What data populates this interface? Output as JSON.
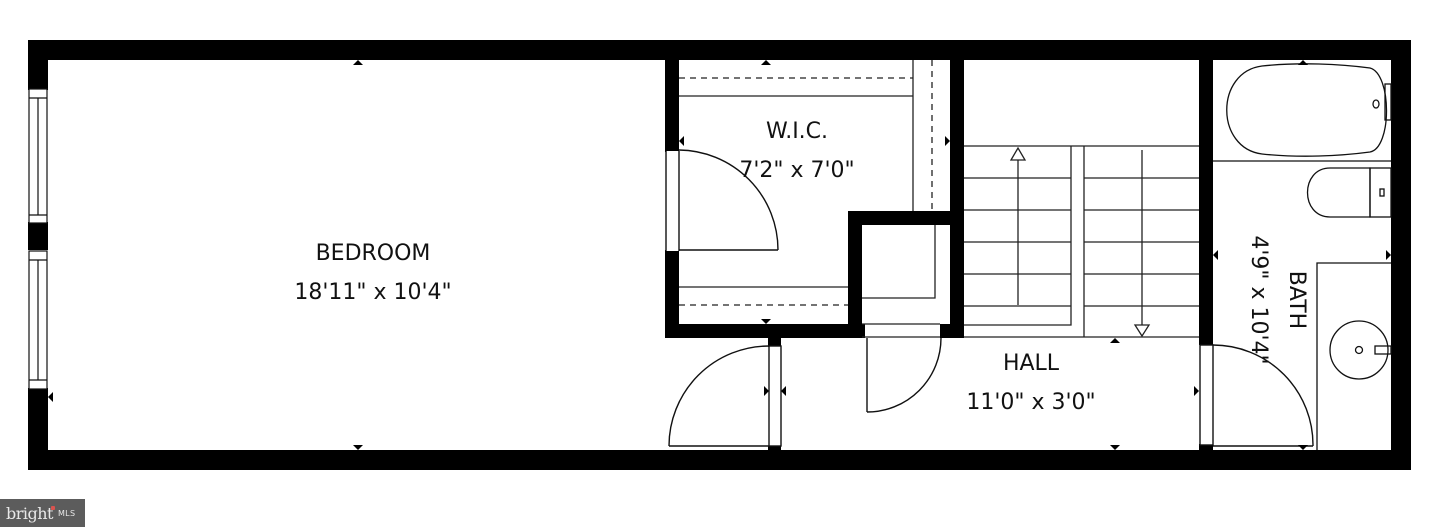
{
  "floorplan": {
    "rooms": {
      "bedroom": {
        "name": "BEDROOM",
        "dimensions": "18'11\" x 10'4\""
      },
      "wic": {
        "name": "W.I.C.",
        "dimensions": "7'2\" x 7'0\""
      },
      "hall": {
        "name": "HALL",
        "dimensions": "11'0\" x 3'0\""
      },
      "bath": {
        "name": "BATH",
        "dimensions": "4'9\" x 10'4\""
      }
    },
    "colors": {
      "wall": "#000000",
      "background": "#ffffff",
      "line": "#222222"
    }
  },
  "watermark": {
    "brand": "bright",
    "suffix": "MLS",
    "background": "#5c5c5c"
  }
}
